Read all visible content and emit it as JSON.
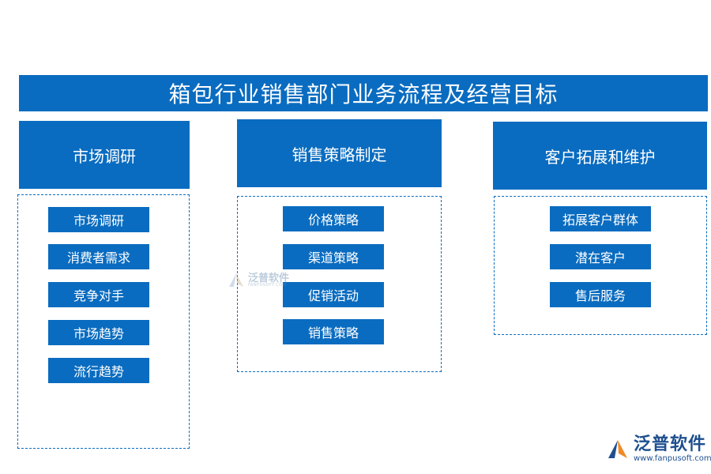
{
  "title": "箱包行业销售部门业务流程及经营目标",
  "columns": [
    {
      "header": "市场调研",
      "items": [
        "市场调研",
        "消费者需求",
        "竞争对手",
        "市场趋势",
        "流行趋势"
      ]
    },
    {
      "header": "销售策略制定",
      "items": [
        "价格策略",
        "渠道策略",
        "促销活动",
        "销售策略"
      ]
    },
    {
      "header": "客户拓展和维护",
      "items": [
        "拓展客户群体",
        "潜在客户",
        "售后服务"
      ]
    }
  ],
  "watermark": {
    "name": "泛普软件",
    "url": "FANPUSOFT.COM"
  },
  "logo": {
    "name": "泛普软件",
    "url": "www.fanpusoft.com"
  },
  "colors": {
    "primary": "#0a6cc0",
    "logo_orange": "#f08a24",
    "logo_blue": "#1e4f8f"
  }
}
